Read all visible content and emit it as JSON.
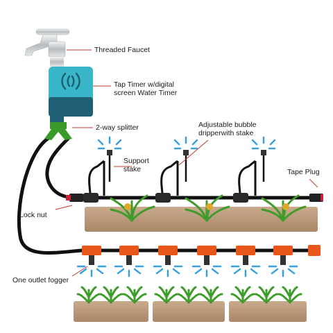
{
  "labels": {
    "faucet": "Threaded Faucet",
    "timer_line1": "Tap Timer w/digital",
    "timer_line2": "screen Water Timer",
    "splitter": "2-way splitter",
    "bubbler_line1": "Adjustable bubble",
    "bubbler_line2": "dripperwith stake",
    "stake_line1": "Support",
    "stake_line2": "stake",
    "tape_plug": "Tape Plug",
    "lock_nut": "Lock nut",
    "fogger": "One outlet fogger"
  },
  "colors": {
    "hose": "#111111",
    "timer_body": "#39b7c8",
    "timer_base": "#1f5f73",
    "connector_green": "#3a9b2a",
    "orange_fitting": "#e8561a",
    "soil": "#b9987a",
    "leaf": "#3f9c2a",
    "spray": "#3aa0e0",
    "leader_line": "#c0392b"
  }
}
